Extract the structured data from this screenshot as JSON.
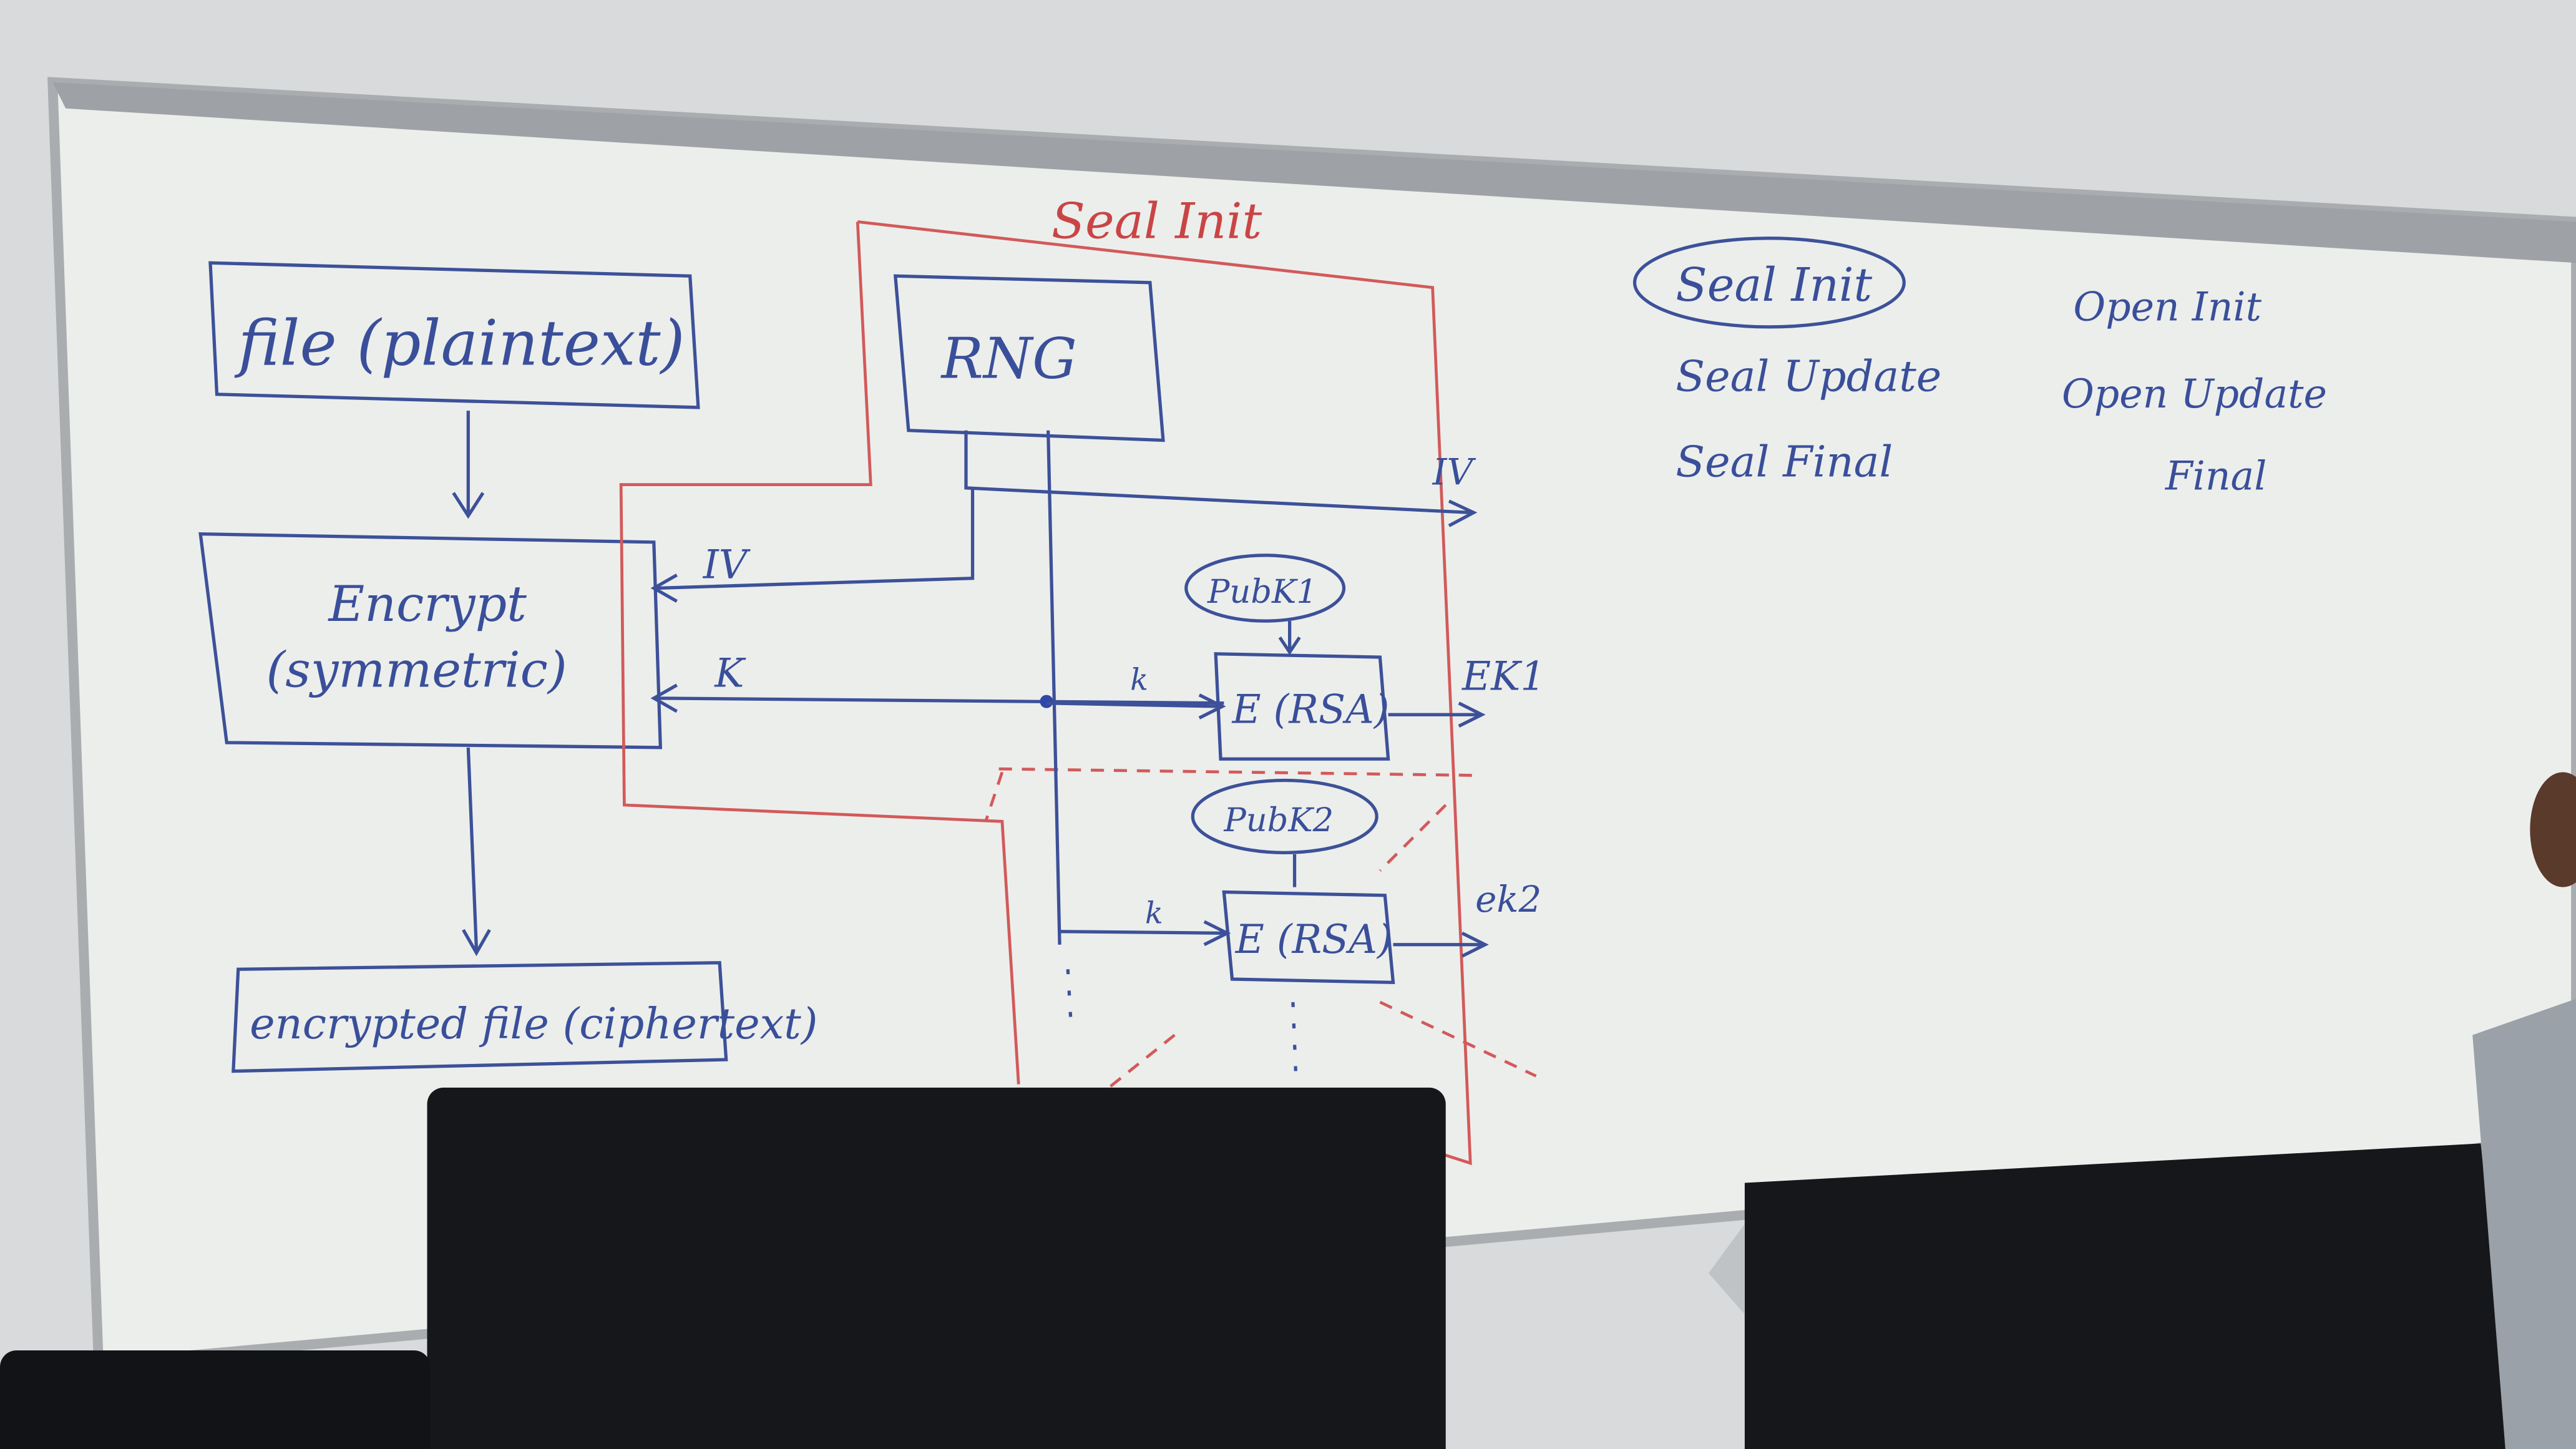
{
  "diagram": {
    "plaintext_box": "file (plaintext)",
    "encrypt_box_line1": "Encrypt",
    "encrypt_box_line2": "(symmetric)",
    "ciphertext_box": "encrypted file (ciphertext)",
    "rng_box": "RNG",
    "seal_init_region": "Seal Init",
    "iv_out": "IV",
    "iv_in": "IV",
    "k_in": "K",
    "k1": "k",
    "k2": "k",
    "pubk1": "PubK1",
    "pubk2": "PubK2",
    "rsa1": "E (RSA)",
    "rsa2": "E (RSA)",
    "ek1": "EK1",
    "ek2": "ek2"
  },
  "api_list": {
    "seal": [
      "Seal Init",
      "Seal Update",
      "Seal Final"
    ],
    "open": [
      "Open Init",
      "Open Update",
      "Final"
    ]
  },
  "colors": {
    "marker_blue": "#3d5199",
    "marker_red": "#d25a5a",
    "board": "#eef0ee"
  }
}
